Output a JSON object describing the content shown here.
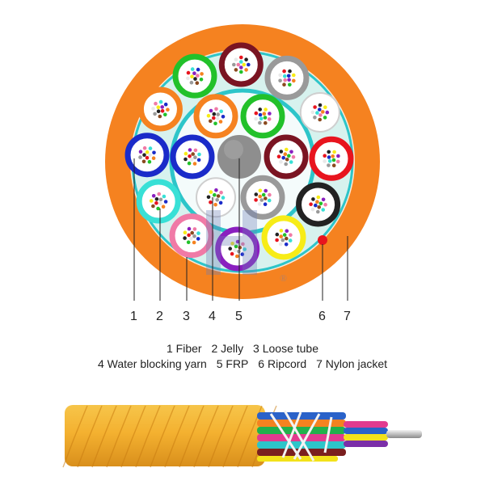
{
  "legend": {
    "line1": [
      "1 Fiber",
      "2 Jelly",
      "3 Loose tube"
    ],
    "line2": [
      "4 Water blocking yarn",
      "5 FRP",
      "6 Ripcord",
      "7 Nylon jacket"
    ]
  },
  "callouts": [
    "1",
    "2",
    "3",
    "4",
    "5",
    "6",
    "7"
  ],
  "watermark": {
    "registered": "®"
  },
  "colors": {
    "jacket": "#f58220",
    "jelly": "#d7f2ee",
    "water_blocking_yarn": "#2dc5c9",
    "frp": "#8e8e8e",
    "ripcord": "#e8141e"
  },
  "loose_tubes": {
    "outer_ring": [
      "maroon",
      "gray",
      "white",
      "red",
      "black",
      "yellow",
      "violet",
      "pink",
      "aqua",
      "blue",
      "orange",
      "green"
    ],
    "inner_ring": [
      "green",
      "maroon",
      "gray",
      "white",
      "blue",
      "orange"
    ]
  },
  "fiber_colors": [
    "blue",
    "orange",
    "green",
    "brown",
    "gray",
    "white",
    "red",
    "black",
    "yellow",
    "violet",
    "pink",
    "aqua"
  ]
}
